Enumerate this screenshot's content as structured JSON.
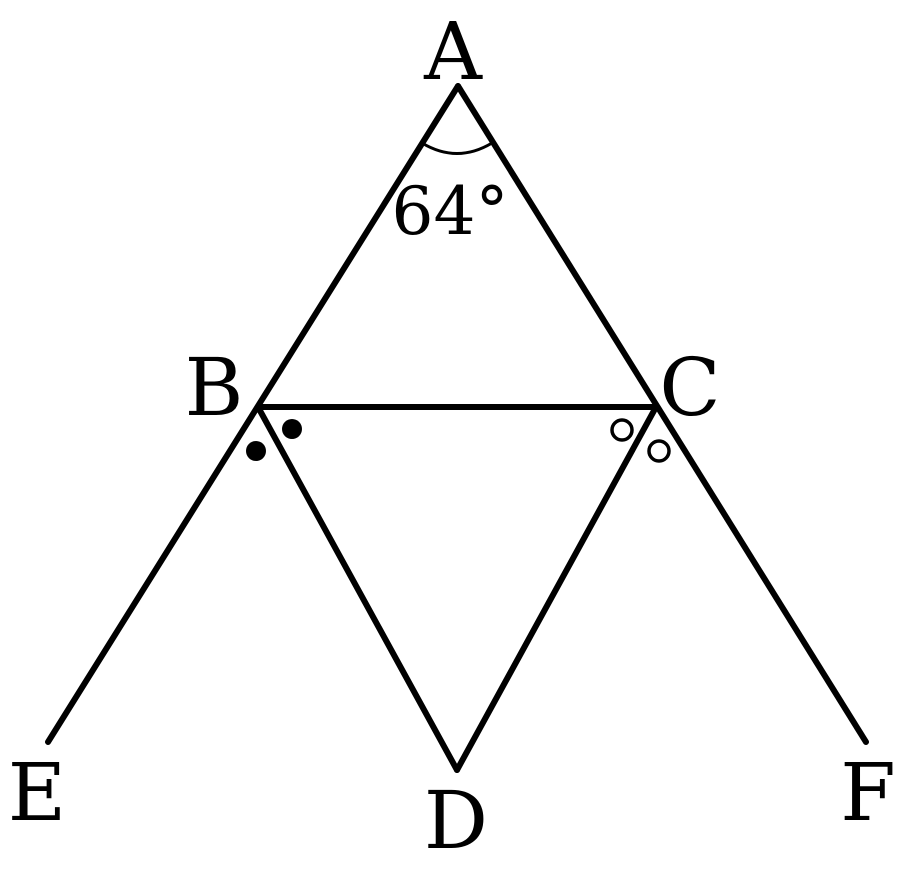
{
  "diagram": {
    "points": {
      "A": "A",
      "B": "B",
      "C": "C",
      "D": "D",
      "E": "E",
      "F": "F"
    },
    "angle_A": "64°",
    "segments": [
      "AE",
      "AF",
      "BC",
      "BD",
      "CD"
    ],
    "marks": {
      "at_B": "filled-dot",
      "at_C": "open-circle"
    },
    "colors": {
      "line": "#000000",
      "background": "#ffffff"
    }
  }
}
